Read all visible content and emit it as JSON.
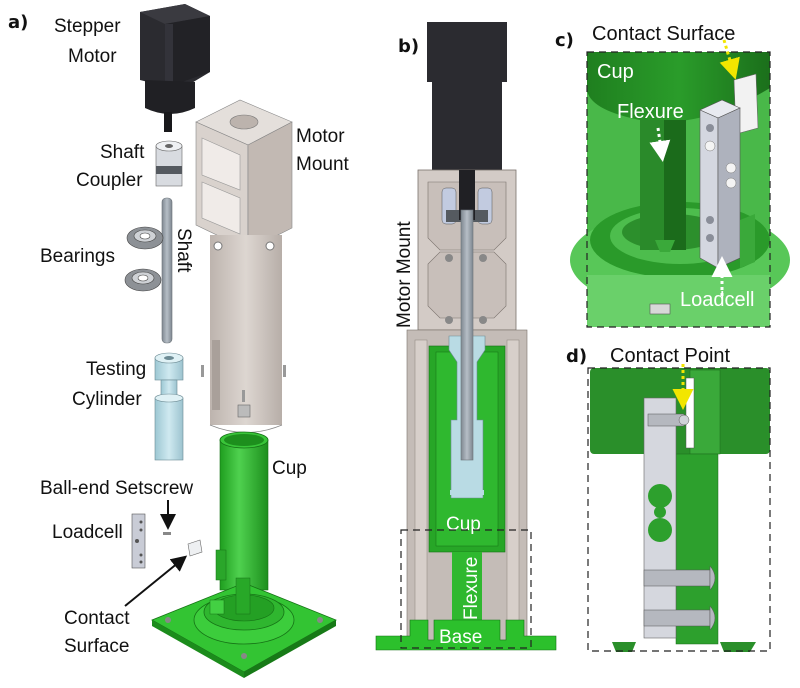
{
  "figure": {
    "panels": {
      "a": "a)",
      "b": "b)",
      "c": "c)",
      "d": "d)"
    },
    "panel_a": {
      "labels": {
        "stepper_motor_1": "Stepper",
        "stepper_motor_2": "Motor",
        "motor_mount_1": "Motor",
        "motor_mount_2": "Mount",
        "shaft_coupler_1": "Shaft",
        "shaft_coupler_2": "Coupler",
        "bearings": "Bearings",
        "shaft": "Shaft",
        "testing_cylinder_1": "Testing",
        "testing_cylinder_2": "Cylinder",
        "cup": "Cup",
        "ball_end_setscrew": "Ball-end Setscrew",
        "loadcell": "Loadcell",
        "contact_surface_1": "Contact",
        "contact_surface_2": "Surface"
      }
    },
    "panel_b": {
      "labels": {
        "motor_mount": "Motor Mount",
        "cup": "Cup",
        "flexure": "Flexure",
        "base": "Base"
      }
    },
    "panel_c": {
      "title": "Contact Surface",
      "labels": {
        "cup": "Cup",
        "flexure": "Flexure",
        "loadcell": "Loadcell"
      }
    },
    "panel_d": {
      "title": "Contact Point"
    },
    "colors": {
      "green": "#27b027",
      "green_dark": "#1e8a1e",
      "green_light": "#55cc55",
      "motor_black": "#2a2a2e",
      "mount_grey": "#cfc7c2",
      "shaft_grey": "#9ea6ae",
      "cylinder_blue": "#b9dbe4",
      "loadcell_grey": "#c9ccd6",
      "arrow_yellow": "#f2e600"
    }
  }
}
